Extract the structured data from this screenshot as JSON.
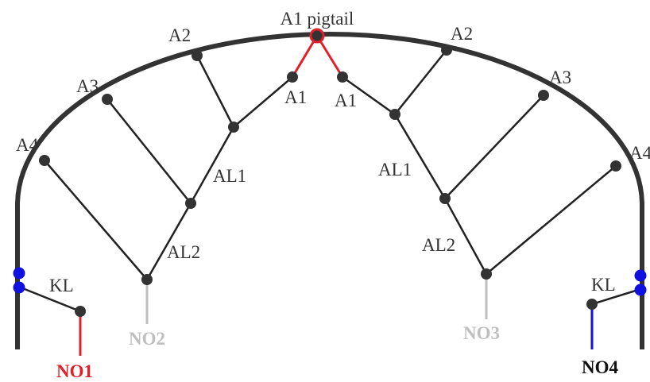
{
  "colors": {
    "arc": "#333333",
    "branch": "#222222",
    "red": "#e0202a",
    "blue": "#1010e0",
    "grey": "#bfbfbf",
    "node": "#333333",
    "text": "#333333",
    "black": "#111111"
  },
  "labels": {
    "pigtail": "A1 pigtail",
    "a2_left": "A2",
    "a2_right": "A2",
    "a3_left": "A3",
    "a3_right": "A3",
    "a4_left": "A4",
    "a4_right": "A4",
    "a1_left": "A1",
    "a1_right": "A1",
    "al1_left": "AL1",
    "al1_right": "AL1",
    "al2_left": "AL2",
    "al2_right": "AL2",
    "kl_left": "KL",
    "kl_right": "KL"
  },
  "outputs": {
    "no1": "NO1",
    "no2": "NO2",
    "no3": "NO3",
    "no4": "NO4"
  }
}
